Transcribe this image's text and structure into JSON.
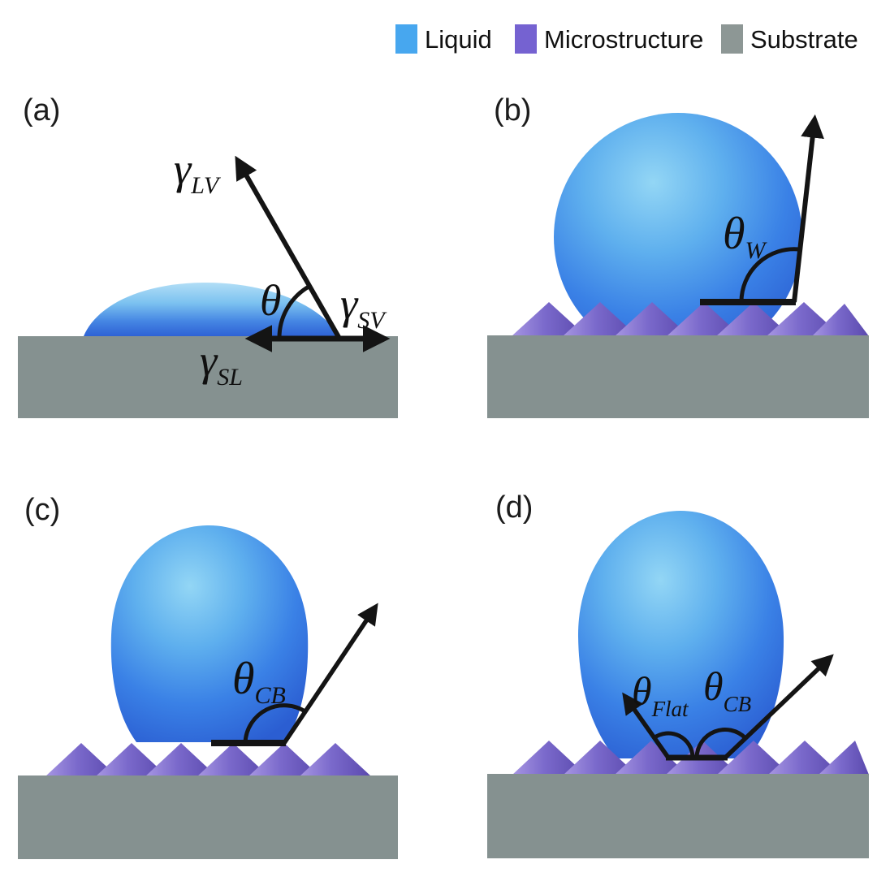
{
  "legend": {
    "items": [
      {
        "label": "Liquid",
        "color": "#47a7ef"
      },
      {
        "label": "Microstructure",
        "color": "#7562d1"
      },
      {
        "label": "Substrate",
        "color": "#8d9795"
      }
    ]
  },
  "colors": {
    "substrate": "#859190",
    "liquid_light": "#9bd7f5",
    "liquid_dark": "#2c5fd4",
    "microstructure_light": "#a796e2",
    "microstructure_dark": "#5a49ad",
    "annotation": "#141414"
  },
  "panels": {
    "a": {
      "label": "(a)",
      "gamma_lv": {
        "main": "γ",
        "sub": "LV"
      },
      "theta": {
        "main": "θ",
        "sub": ""
      },
      "gamma_sv": {
        "main": "γ",
        "sub": "SV"
      },
      "gamma_sl": {
        "main": "γ",
        "sub": "SL"
      }
    },
    "b": {
      "label": "(b)",
      "theta_w": {
        "main": "θ",
        "sub": "W"
      }
    },
    "c": {
      "label": "(c)",
      "theta_cb": {
        "main": "θ",
        "sub": "CB"
      }
    },
    "d": {
      "label": "(d)",
      "theta_flat": {
        "main": "θ",
        "sub": "Flat"
      },
      "theta_cb": {
        "main": "θ",
        "sub": "CB"
      }
    }
  }
}
